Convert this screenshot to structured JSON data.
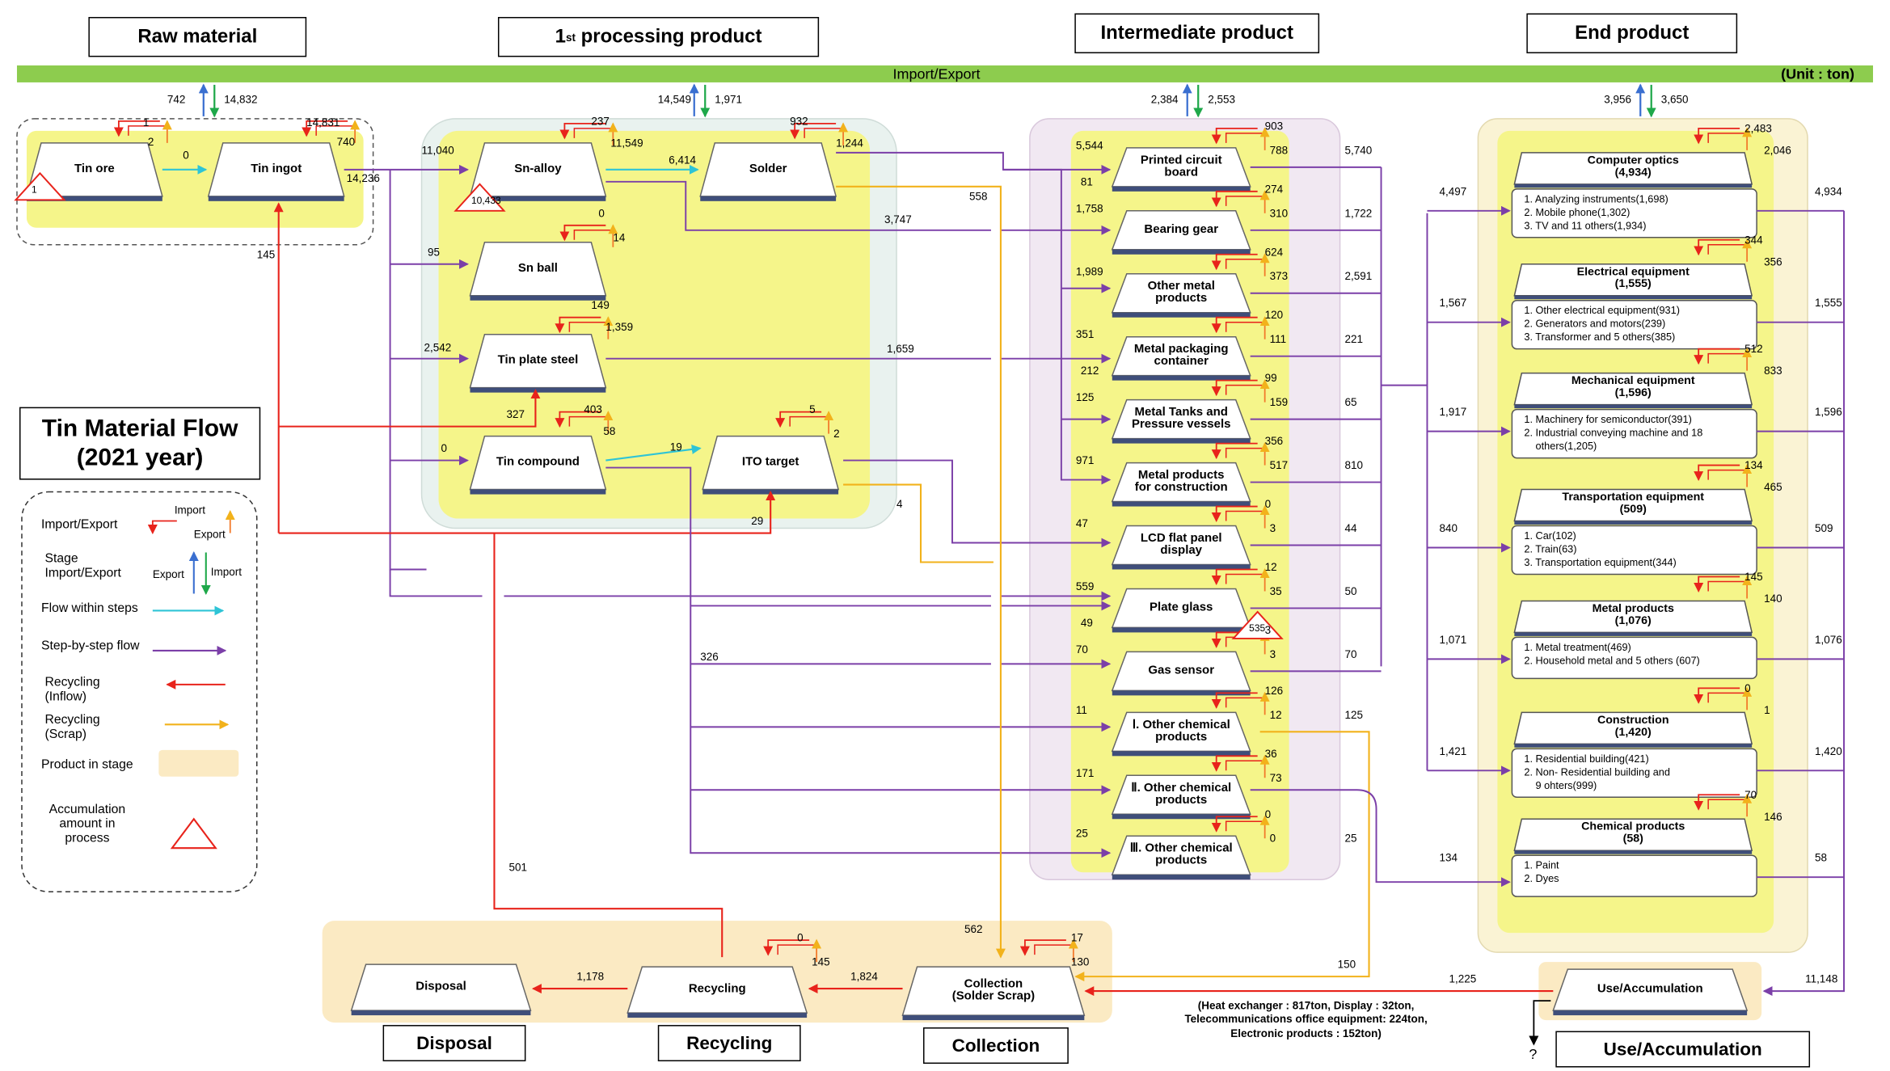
{
  "headers": {
    "raw": "Raw material",
    "first_proc_pre": "1",
    "first_proc_sup": "st",
    "first_proc_post": " processing product",
    "intermediate": "Intermediate product",
    "end": "End product"
  },
  "band": {
    "label": "Import/Export",
    "unit": "(Unit : ton)"
  },
  "stage_io": {
    "raw": {
      "export": "742",
      "import": "14,832"
    },
    "first": {
      "export": "14,549",
      "import": "1,971"
    },
    "inter": {
      "export": "2,384",
      "import": "2,553"
    },
    "end": {
      "export": "3,956",
      "import": "3,650"
    }
  },
  "title": {
    "line1": "Tin Material Flow",
    "line2": "(2021 year)"
  },
  "legend": {
    "import_export": "Import/Export",
    "import": "Import",
    "export": "Export",
    "stage_io": "Stage\nImport/Export",
    "stage_export": "Export",
    "stage_import": "Import",
    "flow_within": "Flow  within steps",
    "step_flow": "Step-by-step  flow",
    "rec_in": "Recycling\n(Inflow)",
    "rec_scrap": "Recycling\n(Scrap)",
    "product_stage": "Product  in  stage",
    "accum": "Accumulation\namount in\nprocess"
  },
  "raw": {
    "tin_ore": {
      "label": "Tin ore",
      "imp": "1",
      "exp": "2",
      "accum": "1"
    },
    "tin_ingot": {
      "label": "Tin ingot",
      "imp": "14,831",
      "exp": "740"
    },
    "ore_to_ingot": "0",
    "ingot_out": "14,236",
    "recycle_in": "145"
  },
  "first": {
    "sn_alloy": {
      "label": "Sn-alloy",
      "imp": "237",
      "exp": "11,549",
      "accum": "10,433"
    },
    "solder": {
      "label": "Solder",
      "imp": "932",
      "exp": "1,244"
    },
    "sn_ball": {
      "label": "Sn ball",
      "imp": "0",
      "exp": "14"
    },
    "tin_plate": {
      "label": "Tin plate steel",
      "imp": "149",
      "exp": "1,359"
    },
    "tin_compound": {
      "label": "Tin compound",
      "imp": "403",
      "exp": "58"
    },
    "ito": {
      "label": "ITO target",
      "imp": "5",
      "exp": "2"
    },
    "in_alloy": "11,040",
    "alloy_to_solder": "6,414",
    "in_ball": "95",
    "in_plate": "2,542",
    "in_compound": "0",
    "compound_to_ito": "19",
    "rec_plate": "327",
    "rec_ito": "29",
    "alloy_out": "3,747",
    "solder_out": "558",
    "plate_out": "1,659",
    "ito_scrap": "4",
    "compound_out": "326"
  },
  "inter": [
    {
      "label": "Printed circuit\nboard",
      "imp": "903",
      "exp": "788",
      "in": "5,544",
      "in2": "81",
      "out": "5,740"
    },
    {
      "label": "Bearing gear",
      "imp": "274",
      "exp": "310",
      "in": "1,758",
      "out": "1,722"
    },
    {
      "label": "Other metal\nproducts",
      "imp": "624",
      "exp": "373",
      "in": "1,989",
      "out": "2,591"
    },
    {
      "label": "Metal packaging\ncontainer",
      "imp": "120",
      "exp": "111",
      "in": "351",
      "in2": "212",
      "out": "221"
    },
    {
      "label": "Metal Tanks and\nPressure vessels",
      "imp": "99",
      "exp": "159",
      "in": "125",
      "out": "65"
    },
    {
      "label": "Metal products\nfor construction",
      "imp": "356",
      "exp": "517",
      "in": "971",
      "out": "810"
    },
    {
      "label": "LCD flat panel\ndisplay",
      "imp": "0",
      "exp": "3",
      "in": "47",
      "out": "44"
    },
    {
      "label": "Plate glass",
      "imp": "12",
      "exp": "35",
      "in": "559",
      "in2": "49",
      "out": "50",
      "accum": "535"
    },
    {
      "label": "Gas sensor",
      "imp": "3",
      "exp": "3",
      "in": "70",
      "out": "70"
    },
    {
      "label": "Ⅰ. Other chemical\nproducts",
      "imp": "126",
      "exp": "12",
      "in": "11",
      "out": "125"
    },
    {
      "label": "Ⅱ. Other chemical\nproducts",
      "imp": "36",
      "exp": "73",
      "in": "171"
    },
    {
      "label": "Ⅲ. Other chemical\nproducts",
      "imp": "0",
      "exp": "0",
      "in": "25",
      "out": "25"
    }
  ],
  "end": [
    {
      "title": "Computer optics\n(4,934)",
      "items": [
        "1. Analyzing instruments(1,698)",
        "2. Mobile phone(1,302)",
        "3. TV and 11 others(1,934)"
      ],
      "imp": "2,483",
      "exp": "2,046",
      "in": "4,497",
      "out": "4,934"
    },
    {
      "title": "Electrical equipment\n(1,555)",
      "items": [
        "1. Other electrical equipment(931)",
        "2. Generators and motors(239)",
        "3. Transformer and 5 others(385)"
      ],
      "imp": "344",
      "exp": "356",
      "in": "1,567",
      "out": "1,555"
    },
    {
      "title": "Mechanical equipment\n(1,596)",
      "items": [
        "1. Machinery for semiconductor(391)",
        "2. Industrial conveying machine and 18",
        "    others(1,205)"
      ],
      "imp": "512",
      "exp": "833",
      "in": "1,917",
      "out": "1,596"
    },
    {
      "title": "Transportation equipment\n(509)",
      "items": [
        "1. Car(102)",
        "2. Train(63)",
        "3. Transportation equipment(344)"
      ],
      "imp": "134",
      "exp": "465",
      "in": "840",
      "out": "509"
    },
    {
      "title": "Metal products\n(1,076)",
      "items": [
        "1. Metal treatment(469)",
        "2. Household metal and 5 others (607)"
      ],
      "imp": "145",
      "exp": "140",
      "in": "1,071",
      "out": "1,076"
    },
    {
      "title": "Construction\n(1,420)",
      "items": [
        "1. Residential building(421)",
        "2. Non- Residential building and",
        "    9 ohters(999)"
      ],
      "imp": "0",
      "exp": "1",
      "in": "1,421",
      "out": "1,420"
    },
    {
      "title": "Chemical products\n(58)",
      "items": [
        "1. Paint",
        "2. Dyes"
      ],
      "imp": "70",
      "exp": "146",
      "in": "134",
      "out": "58"
    }
  ],
  "bottom": {
    "disposal": "Disposal",
    "recycling": "Recycling",
    "collection": "Collection\n(Solder Scrap)",
    "use": "Use/Accumulation",
    "recycling_imp": "0",
    "recycling_exp": "145",
    "collection_imp": "17",
    "collection_exp": "130",
    "rec_to_disp": "1,178",
    "coll_to_rec": "1,824",
    "rec_out": "501",
    "scrap_in": "562",
    "chem_scrap": "150",
    "use_to_coll": "1,225",
    "use_in": "11,148",
    "question": "?",
    "note": "(Heat exchanger : 817ton, Display : 32ton,\nTelecommunications office equipment: 224ton,\nElectronic products : 152ton)",
    "lbl_disposal": "Disposal",
    "lbl_recycling": "Recycling",
    "lbl_collection": "Collection",
    "lbl_use": "Use/Accumulation"
  },
  "colors": {
    "band": "#8dcc4e",
    "stage": "#f5f58a",
    "stage_border": "#c8c830",
    "purple": "#7b3fa8",
    "cyan": "#2ec4d6",
    "red": "#e8231b",
    "orange": "#f2b21b",
    "blue": "#3a6fd0",
    "green": "#1fa84a"
  }
}
